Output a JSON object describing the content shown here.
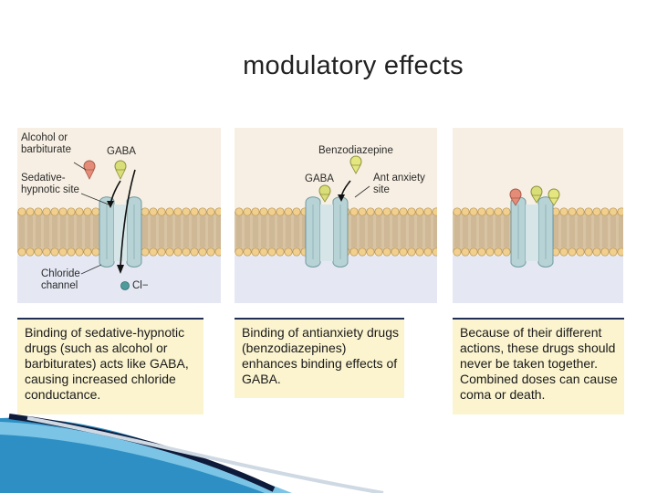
{
  "slide": {
    "title": "modulatory effects"
  },
  "panels": [
    {
      "labels": {
        "alcohol": "Alcohol or barbiturate",
        "gaba": "GABA",
        "sedative_site": "Sedative-hypnotic site",
        "chloride_channel": "Chloride channel",
        "chloride_ion": "Cl−"
      },
      "caption": "Binding of sedative-hypnotic drugs (such as alcohol or barbiturates) acts like GABA, causing increased chloride conductance."
    },
    {
      "labels": {
        "benzodiazepine": "Benzodiazepine",
        "gaba": "GABA",
        "antianxiety_site": "Ant anxiety site"
      },
      "caption": "Binding of antianxiety drugs (benzodiazepines) enhances binding effects of GABA."
    },
    {
      "caption": "Because of their different actions, these drugs should never be taken together. Combined doses can cause coma or death."
    }
  ],
  "colors": {
    "background_panel": "#f7efe3",
    "membrane_head": "#f1cf8e",
    "membrane_tail": "#d8c3a2",
    "cytoplasm": "#e5e8f3",
    "channel": "#b8d3d6",
    "gaba_ligand": "#d9de78",
    "alcohol_ligand": "#e48c78",
    "benzodiazepine_ligand": "#e4e680",
    "caption_bg": "#fbf4cf",
    "caption_border": "#1f2f55"
  }
}
